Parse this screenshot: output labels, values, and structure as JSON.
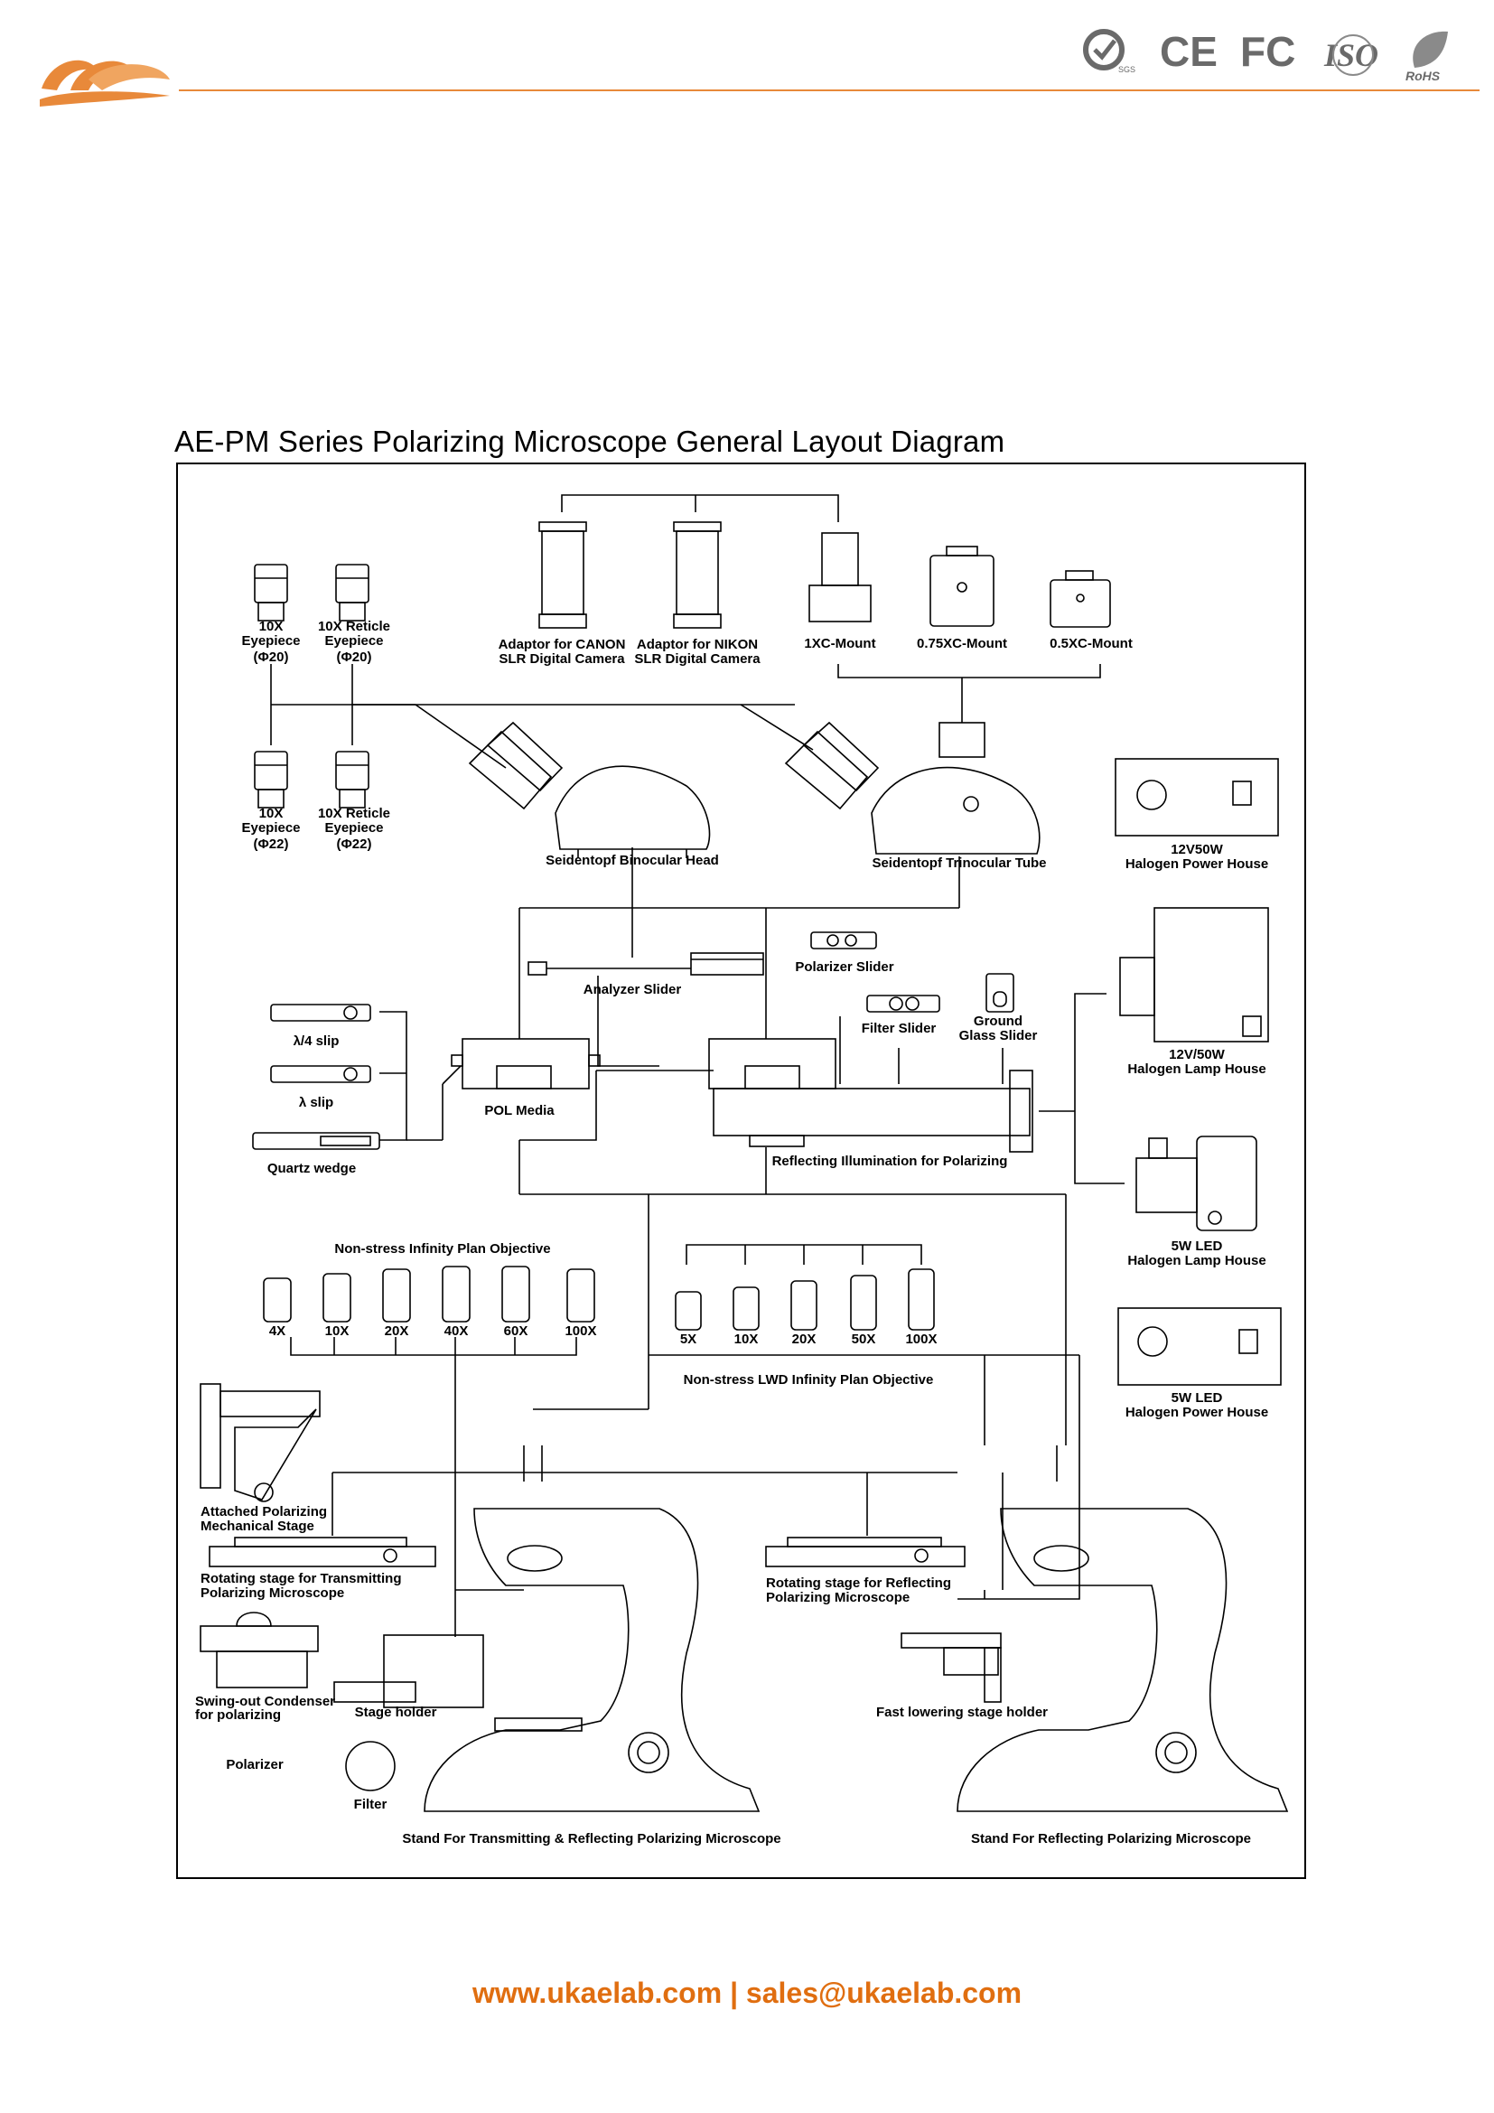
{
  "header": {
    "logo_text": "ae",
    "brand_color": "#e8893a",
    "cert_marks": [
      "SGS",
      "CE",
      "FC",
      "ISO",
      "RoHS"
    ]
  },
  "diagram": {
    "title": "AE-PM Series Polarizing Microscope General Layout Diagram",
    "labels": {
      "eyepiece_10x_20": "10X",
      "eyepiece_10x_20_b": "Eyepiece",
      "eyepiece_10x_20_c": "(Φ20)",
      "reticle_20_a": "10X Reticle",
      "reticle_20_b": "Eyepiece",
      "reticle_20_c": "(Φ20)",
      "eyepiece_10x_22": "10X",
      "eyepiece_10x_22_b": "Eyepiece",
      "eyepiece_10x_22_c": "(Φ22)",
      "reticle_22_a": "10X Reticle",
      "reticle_22_b": "Eyepiece",
      "reticle_22_c": "(Φ22)",
      "canon_a": "Adaptor for CANON",
      "canon_b": "SLR Digital Camera",
      "nikon_a": "Adaptor for NIKON",
      "nikon_b": "SLR Digital Camera",
      "mount_1x": "1XC-Mount",
      "mount_075x": "0.75XC-Mount",
      "mount_05x": "0.5XC-Mount",
      "binocular_head": "Seidentopf Binocular Head",
      "trinocular_tube": "Seidentopf Trinocular Tube",
      "halogen_power_a": "12V50W",
      "halogen_power_b": "Halogen Power House",
      "polarizer_slider": "Polarizer Slider",
      "analyzer_slider": "Analyzer Slider",
      "filter_slider": "Filter Slider",
      "ground_glass_a": "Ground",
      "ground_glass_b": "Glass Slider",
      "lamp_house_a": "12V/50W",
      "lamp_house_b": "Halogen Lamp House",
      "quarter_slip": "λ/4 slip",
      "lambda_slip": "λ slip",
      "quartz_wedge": "Quartz wedge",
      "pol_media": "POL Media",
      "reflecting_illumination": "Reflecting Illumination for Polarizing",
      "led_lamp_a": "5W LED",
      "led_lamp_b": "Halogen Lamp House",
      "led_power_a": "5W LED",
      "led_power_b": "Halogen Power House",
      "infinity_objective": "Non-stress Infinity Plan Objective",
      "lwd_objective": "Non-stress LWD Infinity Plan Objective",
      "attached_stage_a": "Attached Polarizing",
      "attached_stage_b": "Mechanical Stage",
      "rot_trans_a": "Rotating stage for Transmitting",
      "rot_trans_b": "Polarizing Microscope",
      "rot_refl_a": "Rotating stage for Reflecting",
      "rot_refl_b": "Polarizing Microscope",
      "condenser_a": "Swing-out Condenser",
      "condenser_b": "for polarizing",
      "stage_holder": "Stage holder",
      "fast_stage_holder": "Fast lowering stage holder",
      "polarizer": "Polarizer",
      "filter": "Filter",
      "stand_trans": "Stand For Transmitting & Reflecting Polarizing Microscope",
      "stand_refl": "Stand For Reflecting Polarizing Microscope"
    },
    "objectives_infinity": [
      "4X",
      "10X",
      "20X",
      "40X",
      "60X",
      "100X"
    ],
    "objectives_lwd": [
      "5X",
      "10X",
      "20X",
      "50X",
      "100X"
    ]
  },
  "footer": {
    "contact": "www.ukaelab.com | sales@ukaelab.com",
    "color": "#e06e10"
  }
}
